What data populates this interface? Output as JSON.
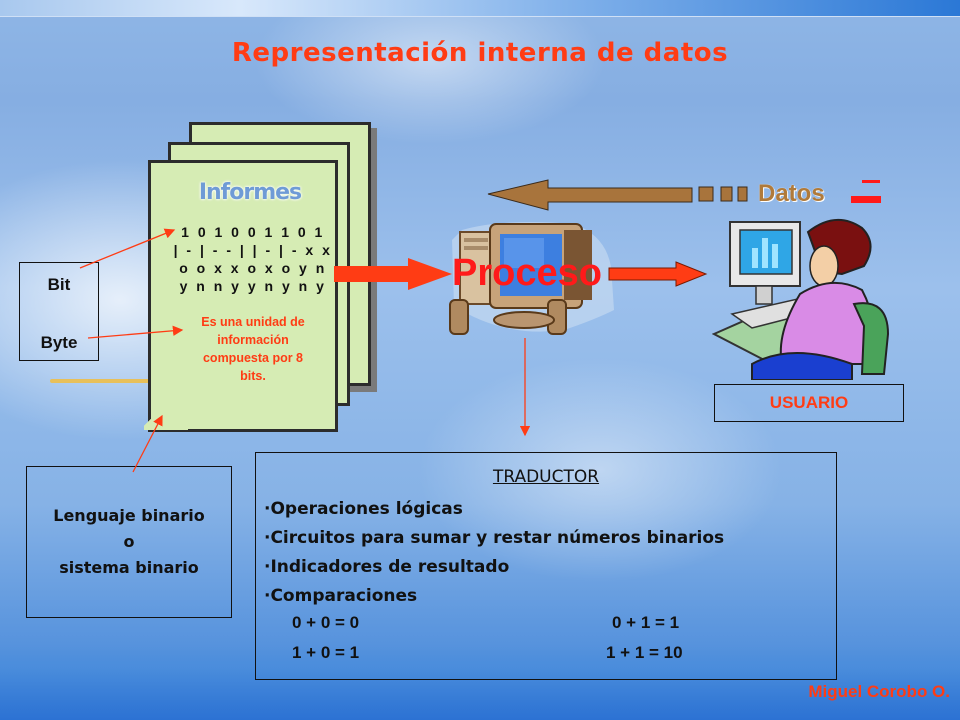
{
  "slide": {
    "title": "Representación interna de datos",
    "author": "Miguel Corobo O."
  },
  "document_stack": {
    "header": "Informes",
    "binary_lines": [
      "1 0 1 0 0 1 1 0 1",
      "| - | - - | | - | - x x",
      "o o x x o x o y n",
      "y n n y y n y n y"
    ],
    "byte_definition": [
      "Es una unidad de",
      "información",
      "compuesta por 8",
      "bits."
    ]
  },
  "labels_box": {
    "bit": "Bit",
    "byte": "Byte"
  },
  "language_box": {
    "lines": [
      "Lenguaje binario",
      "o",
      "sistema binario"
    ]
  },
  "process": {
    "label": "Proceso",
    "icon": "desktop-computer-icon"
  },
  "user": {
    "data_label": "Datos",
    "label": "USUARIO",
    "icon": "woman-at-computer-icon"
  },
  "translator": {
    "title": "TRADUCTOR",
    "items": [
      "·Operaciones lógicas",
      "·Circuitos para sumar y restar números binarios",
      "·Indicadores de resultado",
      "·Comparaciones"
    ],
    "equations": [
      [
        "0 + 0 = 0",
        "0 + 1 = 1"
      ],
      [
        "1 + 0 = 1",
        "1 + 1 = 10"
      ]
    ]
  },
  "colors": {
    "accent_red": "#ff3c14",
    "process_red": "#ff1a1a",
    "page_green": "#d6ecb4",
    "arrow_brown": "#a8743c",
    "datos_brown": "#b07a3a"
  }
}
